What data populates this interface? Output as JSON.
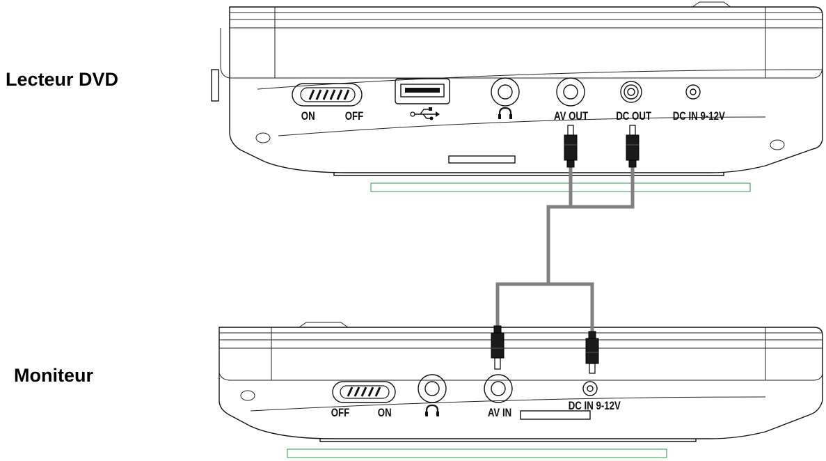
{
  "dvd_player": {
    "title": "Lecteur DVD",
    "ports": {
      "switch_left": "ON",
      "switch_right": "OFF",
      "av_out": "AV OUT",
      "dc_out": "DC OUT",
      "dc_in": "DC IN 9-12V"
    }
  },
  "monitor": {
    "title": "Moniteur",
    "ports": {
      "switch_left": "OFF",
      "switch_right": "ON",
      "av_in": "AV IN",
      "dc_in": "DC IN 9-12V"
    }
  },
  "icons": {
    "usb": "usb-icon",
    "headphone": "headphone-icon"
  },
  "colors": {
    "cable": "#808080",
    "plug": "#1a1a1a",
    "stand_outline": "#2a9a55"
  }
}
